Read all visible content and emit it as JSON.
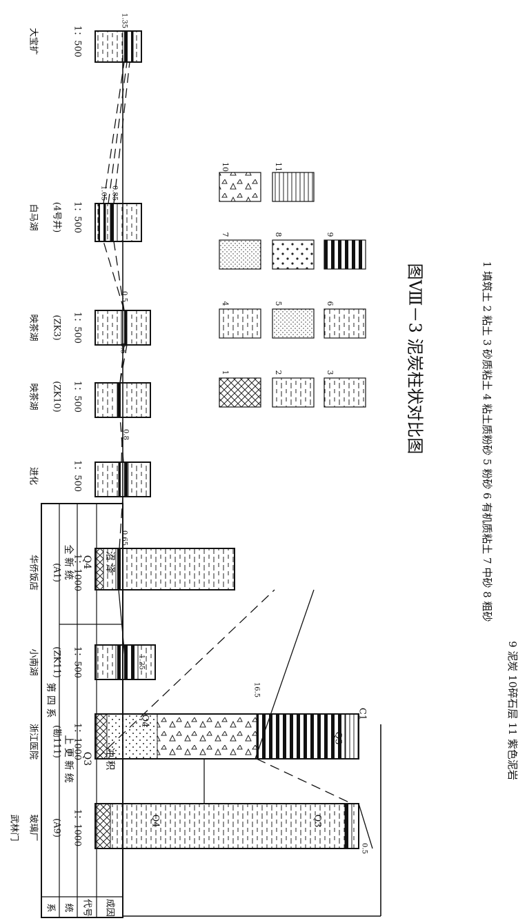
{
  "figure": {
    "title": "图Ⅷ－3 泥炭柱状对比图",
    "header_cols": [
      "系",
      "统",
      "代号",
      "成因"
    ],
    "strata": {
      "system": "第 四 系",
      "series_upper": "全 新 统",
      "series_lower": "上 更 新 统",
      "code_q4": "Q4",
      "code_q3": "Q3",
      "genesis_q4": "沼 泽",
      "genesis_q3": "冲 积"
    },
    "location_group": "武林门",
    "columns": [
      {
        "name": "玻璃厂",
        "code": "(A9)",
        "scale": "1：1000"
      },
      {
        "name": "浙江医院",
        "code": "(勘111)",
        "scale": "1：1000"
      },
      {
        "name": "小南湖",
        "code": "(ZK11)",
        "scale": "1：500"
      },
      {
        "name": "华侨饭店",
        "code": "(A1)",
        "scale": "1：1000"
      },
      {
        "name": "进化",
        "code": "",
        "scale": "1：500"
      },
      {
        "name": "映茶湖",
        "code": "(ZK10)",
        "scale": "1：500"
      },
      {
        "name": "映茶湖",
        "code": "(ZK3)",
        "scale": "1：500"
      },
      {
        "name": "白马湖",
        "code": "(4号井)",
        "scale": "1：500"
      },
      {
        "name": "大宝扩",
        "code": "",
        "scale": "1：500"
      }
    ],
    "peat_thickness": [
      "0.5",
      "16.5",
      "1.25",
      "0.65",
      "0.8",
      "0.5",
      "0.5",
      "1.05",
      "0.85",
      "1.35"
    ],
    "inline_codes": [
      "Q4",
      "Q4",
      "Q3",
      "Q3",
      "C1"
    ],
    "legend_numbers": [
      "1",
      "2",
      "3",
      "4",
      "5",
      "6",
      "7",
      "8",
      "9",
      "10",
      "11"
    ],
    "legend_caption_line1": "1 填筑土  2 粘土  3 砂质粘土  4 粘土质粉砂  5 粉砂  6 有机质粘土  7 中砂  8 粗砂",
    "legend_caption_line2": "9 泥炭  10碎石层  11 紫色泥岩",
    "colors": {
      "ink": "#111111",
      "paper": "#ffffff"
    }
  }
}
